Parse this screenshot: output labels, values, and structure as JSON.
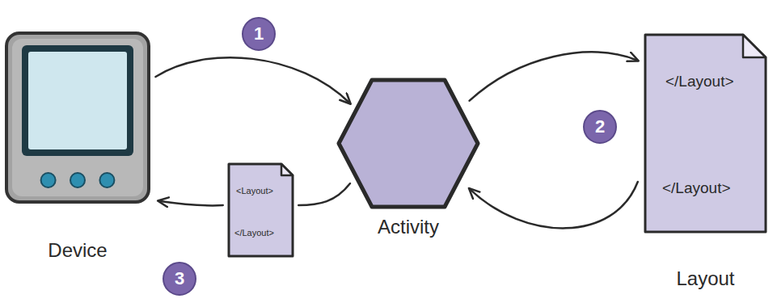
{
  "diagram": {
    "nodes": [
      {
        "text": [
          "Device"
        ]
      },
      {
        "text": [
          "Activity"
        ]
      },
      {
        "text": [
          "</Layout>",
          "</Layout>",
          "Layout"
        ]
      },
      {
        "text": [
          "<Layout>",
          "</Layout>"
        ]
      }
    ],
    "edges": [
      {
        "from": 0,
        "to": 1,
        "arrow": "to"
      },
      {
        "from": 1,
        "to": 2,
        "arrow": "to"
      },
      {
        "from": 2,
        "to": 1,
        "arrow": "to"
      },
      {
        "from": 1,
        "to": 3,
        "arrow": "none"
      },
      {
        "from": 3,
        "to": 0,
        "arrow": "to"
      }
    ],
    "labels": [
      "1",
      "2",
      "3"
    ]
  }
}
